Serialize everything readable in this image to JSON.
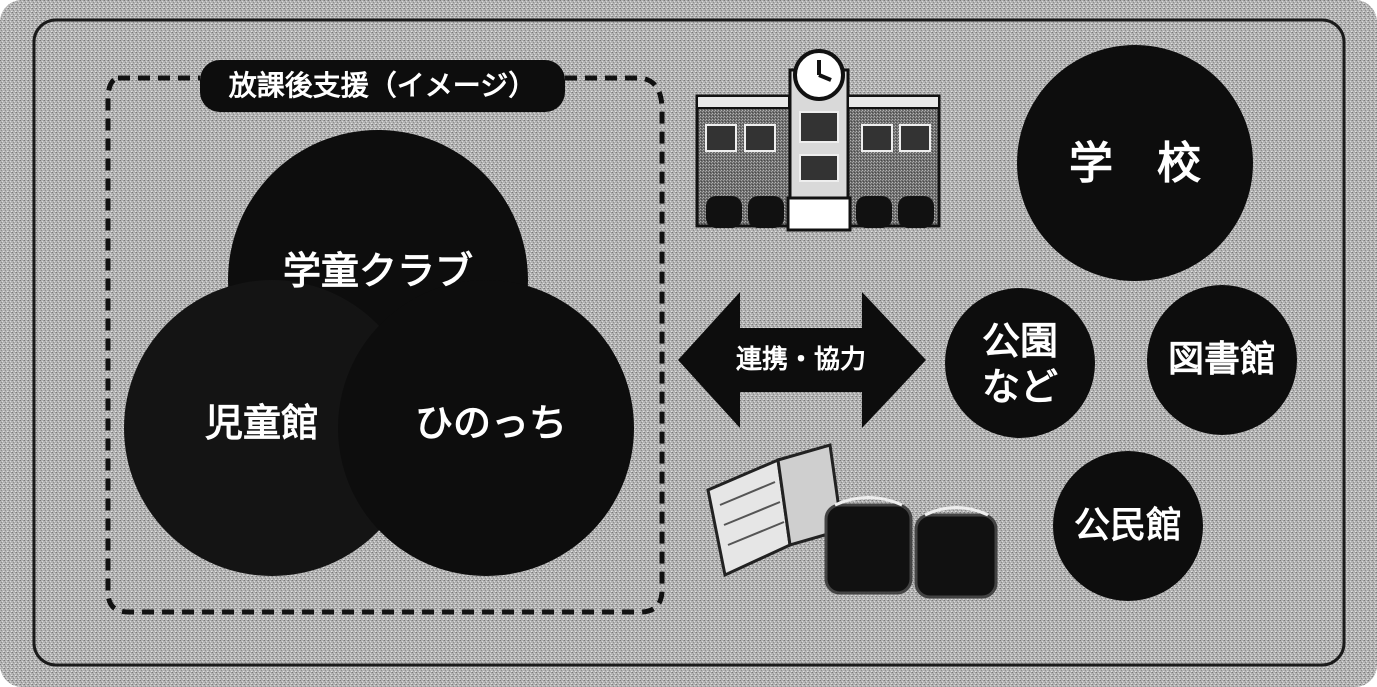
{
  "title": "放課後支援（イメージ）",
  "groups": {
    "gakudo": "学童クラブ",
    "jidokan": "児童館",
    "hinocchi": "ひのっち"
  },
  "arrow_label": "連携・協力",
  "facilities": {
    "school": "学　校",
    "park": "公園\nなど",
    "library": "図書館",
    "kominkan": "公民館"
  },
  "colors": {
    "background_gray": "#a8a8a8",
    "circle_black": "#0d0d0d",
    "text_white": "#ffffff"
  },
  "illustrations": [
    "school-building-icon",
    "open-book-icon",
    "school-backpack-icon"
  ]
}
